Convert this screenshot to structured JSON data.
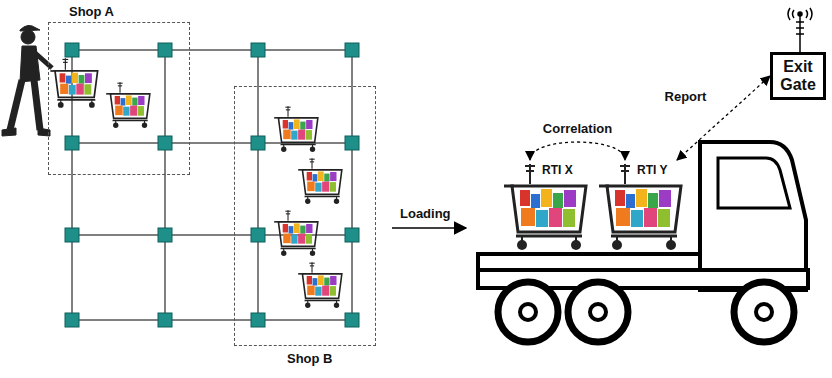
{
  "diagram": {
    "nodes": [
      {
        "text": [
          "Shop A"
        ]
      },
      {
        "text": [
          "Shop B"
        ]
      },
      {
        "text": [
          "RTI X"
        ]
      },
      {
        "text": [
          "RTI Y"
        ]
      },
      {
        "text": [
          "Exit Gate"
        ]
      }
    ],
    "edges": [
      {
        "from": 2,
        "to": 3,
        "label": "Correlation",
        "arrow": "both"
      },
      {
        "from": 3,
        "to": 4,
        "label": "Report",
        "arrow": "both"
      }
    ],
    "labels": [
      "Loading"
    ]
  }
}
